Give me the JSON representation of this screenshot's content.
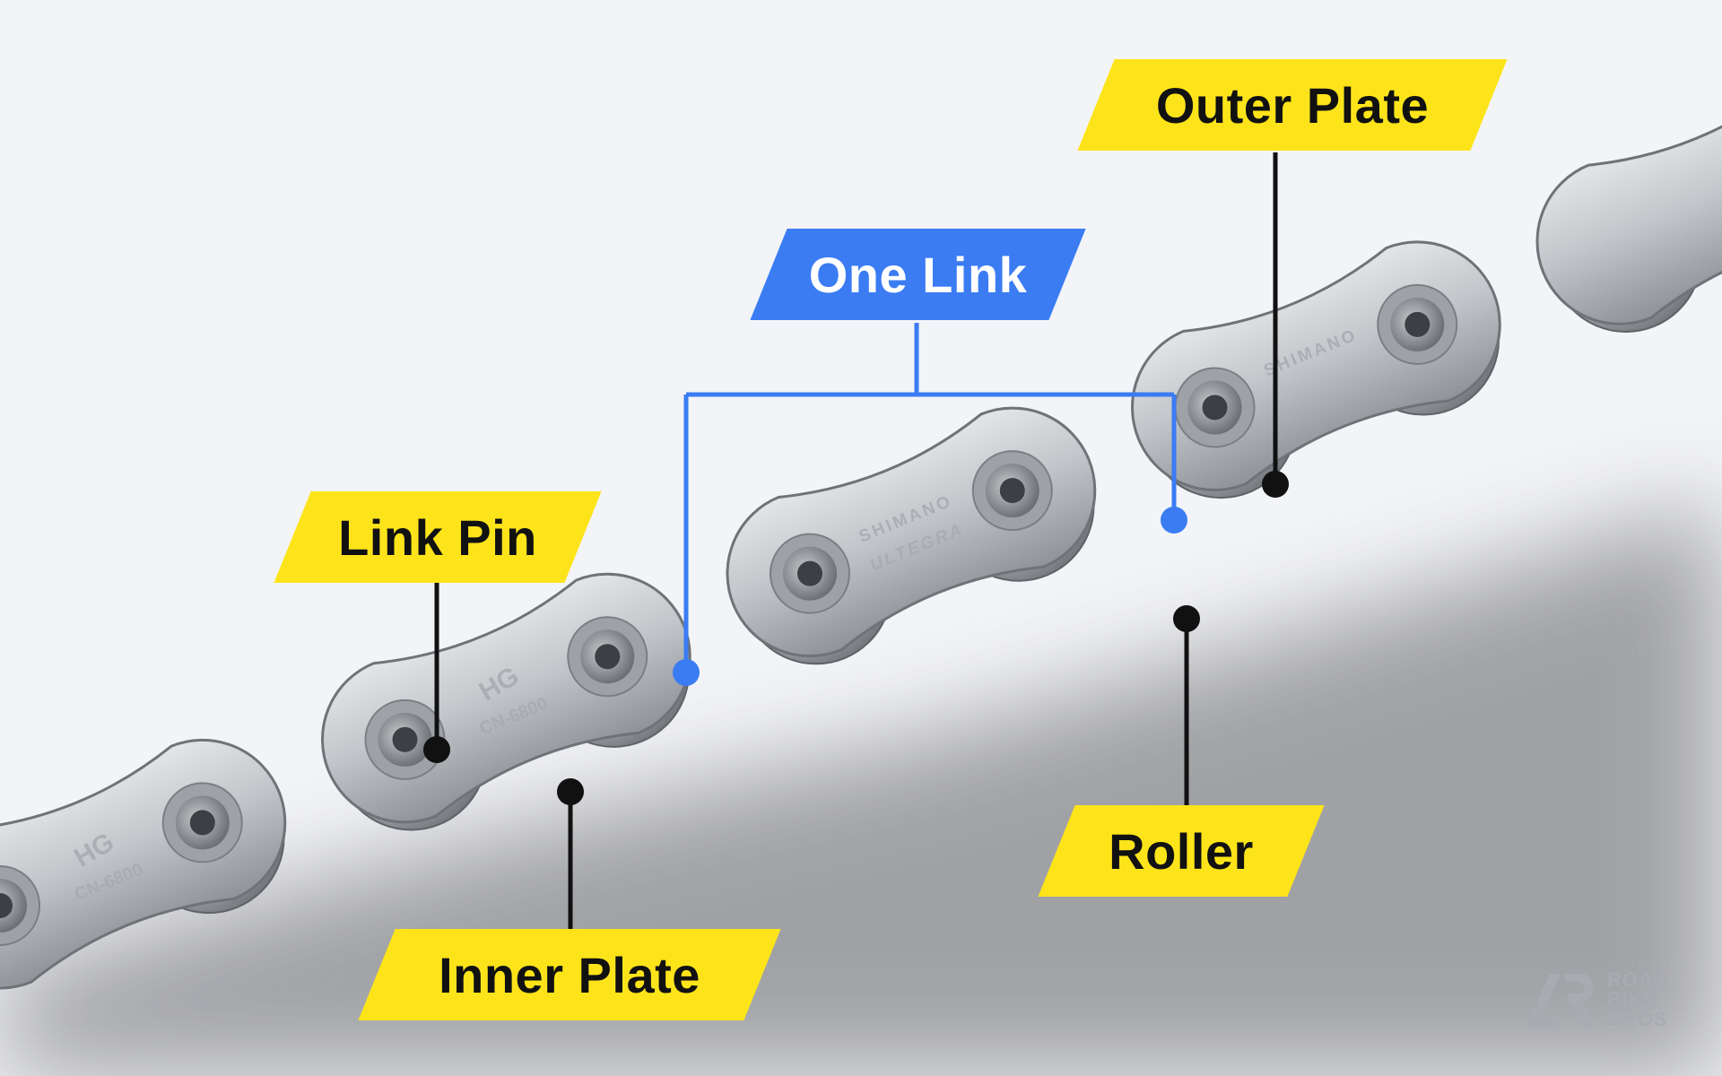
{
  "labels": {
    "outer_plate": "Outer Plate",
    "one_link": "One Link",
    "link_pin": "Link Pin",
    "roller": "Roller",
    "inner_plate": "Inner Plate"
  },
  "plate_markings": {
    "hg": "HG",
    "model": "CN-6800",
    "brand": "SHIMANO",
    "series": "ULTEGRA"
  },
  "logo": {
    "line1": "ROAD",
    "line2": "BIKE",
    "line3": "BROS"
  },
  "colors": {
    "background": "#f3f4f7",
    "label_yellow": "#fde41a",
    "label_blue": "#3b7cf3",
    "leader_black": "#111111",
    "steel": "#b9bcc0"
  }
}
